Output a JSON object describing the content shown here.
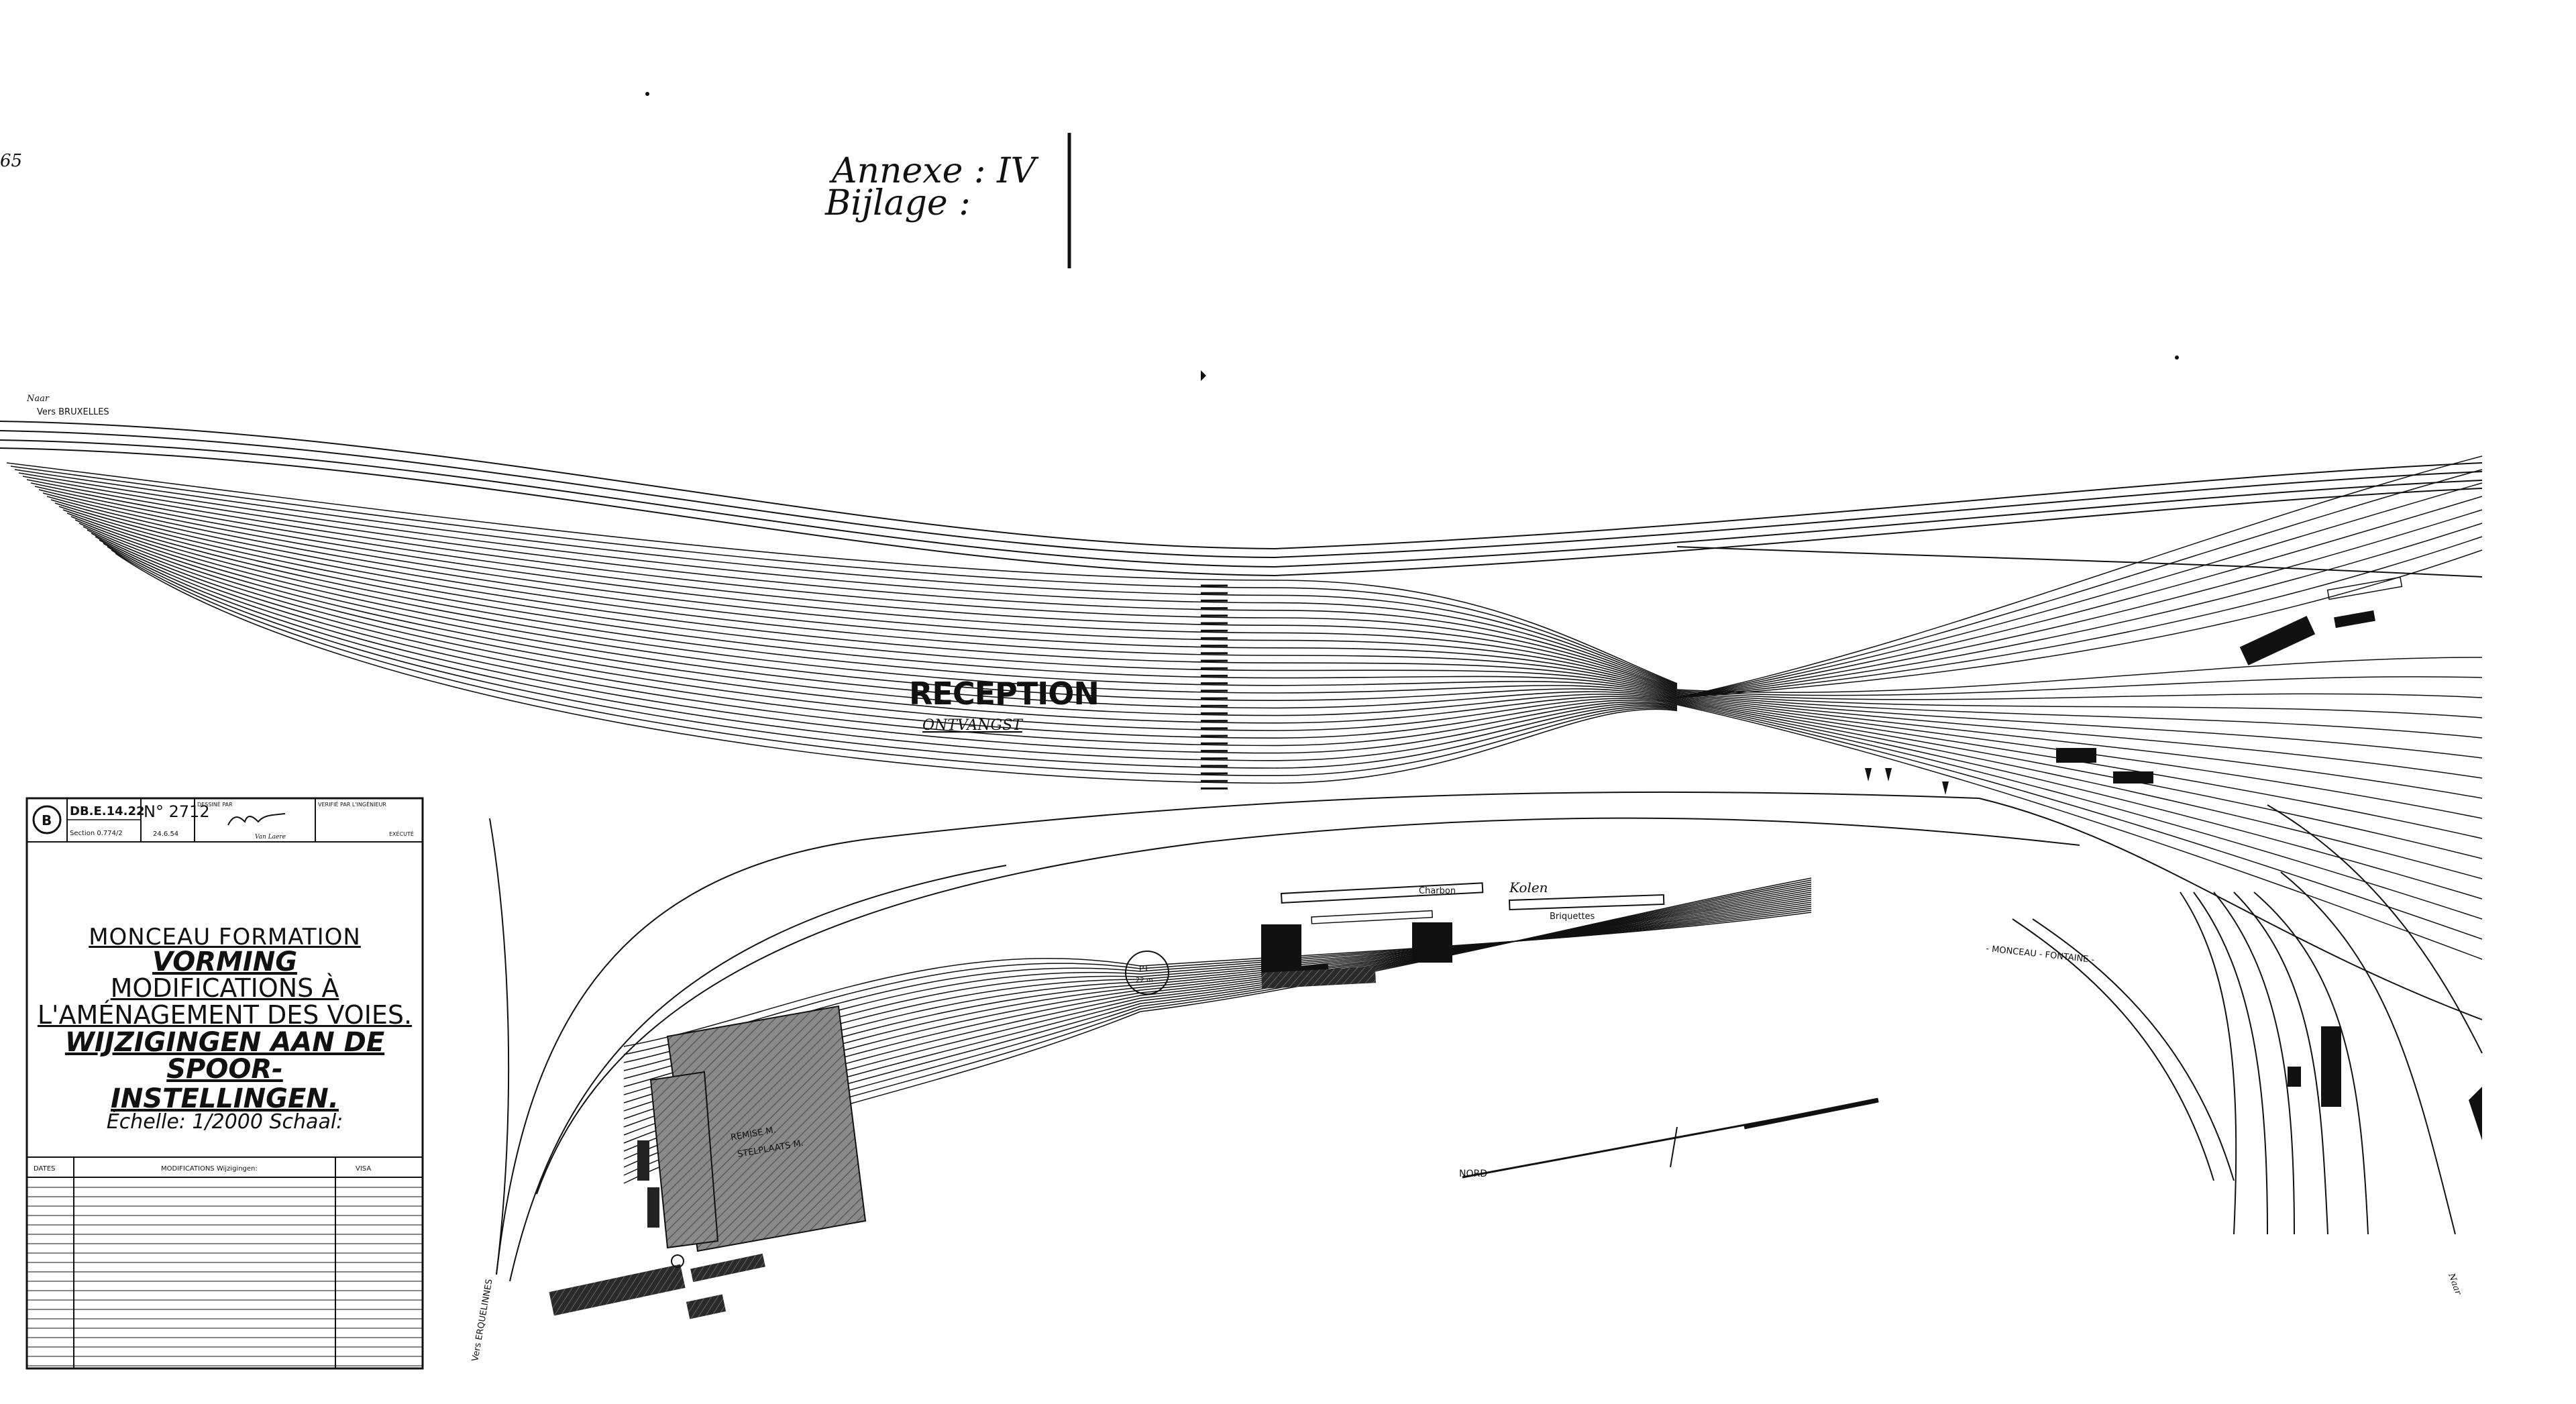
{
  "page_number": "65",
  "annex": {
    "line1": "Annexe : IV",
    "line2": "Bijlage :"
  },
  "plan": {
    "main_label": "RECEPTION",
    "sub_label": "ONTVANGST",
    "track_labels": {
      "naar": "Naar",
      "vers_bruxelles": "Vers BRUXELLES",
      "kolen": "Kolen",
      "charbon": "Charbon",
      "briquettes": "Briquettes",
      "remise": "REMISE M.",
      "stelplaats": "STELPLAATS M.",
      "monceau_fontaine": "- MONCEAU - FONTAINE -",
      "noord": "NORD",
      "vers_erquel": "Vers ERQUELINNES",
      "naar_2": "Naar"
    }
  },
  "title_block": {
    "ref_code": "DB.E.14.22",
    "ref_sub": "Section 0.774/2",
    "drawing_no": "N° 2712",
    "date": "24.6.54",
    "drawn_by_label": "DESSINÉ PAR",
    "drawn_by_name": "Van Laere",
    "checked_label": "VERIFIÉ PAR L'INGÉNIEUR",
    "checked_sub": "EXÉCUTÉ",
    "title_fr_1": "MONCEAU  FORMATION",
    "title_nl_1": "VORMING",
    "title_fr_2": "MODIFICATIONS À L'AMÉNAGEMENT DES VOIES.",
    "title_nl_2": "WIJZIGINGEN AAN DE SPOOR-",
    "title_nl_3": "INSTELLINGEN.",
    "scale": "Échelle: 1/2000   Schaal:",
    "mod_header_date": "DATES",
    "mod_header_mods": "MODIFICATIONS   Wijzigingen:",
    "mod_header_visa": "VISA"
  }
}
